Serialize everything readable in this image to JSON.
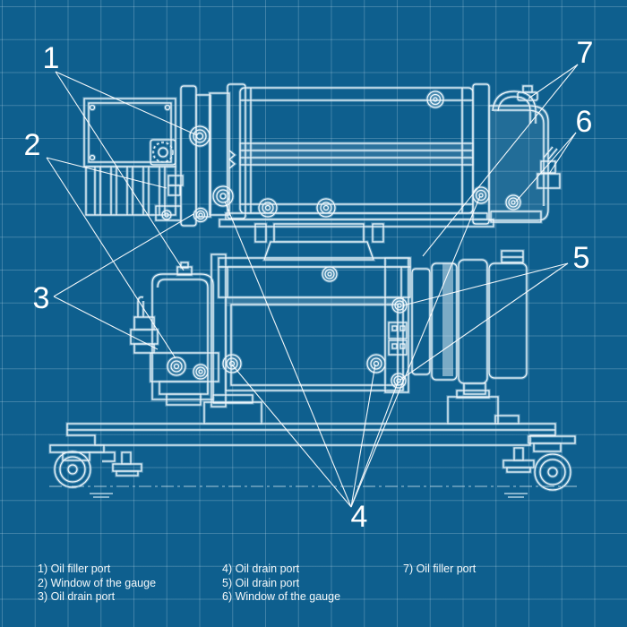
{
  "colors": {
    "background": "#0e5f8e",
    "grid_line": "#cde4f0",
    "drawing_line": "#eef7fc",
    "drawing_glow": "#9fc8de",
    "leader_line": "#ffffff",
    "text": "#ffffff"
  },
  "callouts": [
    {
      "label": "1"
    },
    {
      "label": "2"
    },
    {
      "label": "3"
    },
    {
      "label": "4"
    },
    {
      "label": "5"
    },
    {
      "label": "6"
    },
    {
      "label": "7"
    }
  ],
  "legend": {
    "columns": [
      {
        "items": [
          "1) Oil filler port",
          "2) Window of the gauge",
          "3) Oil drain port"
        ]
      },
      {
        "items": [
          "4) Oil drain port",
          "5) Oil drain port",
          "6) Window of the gauge"
        ]
      },
      {
        "items": [
          "7) Oil filler port"
        ]
      }
    ]
  }
}
